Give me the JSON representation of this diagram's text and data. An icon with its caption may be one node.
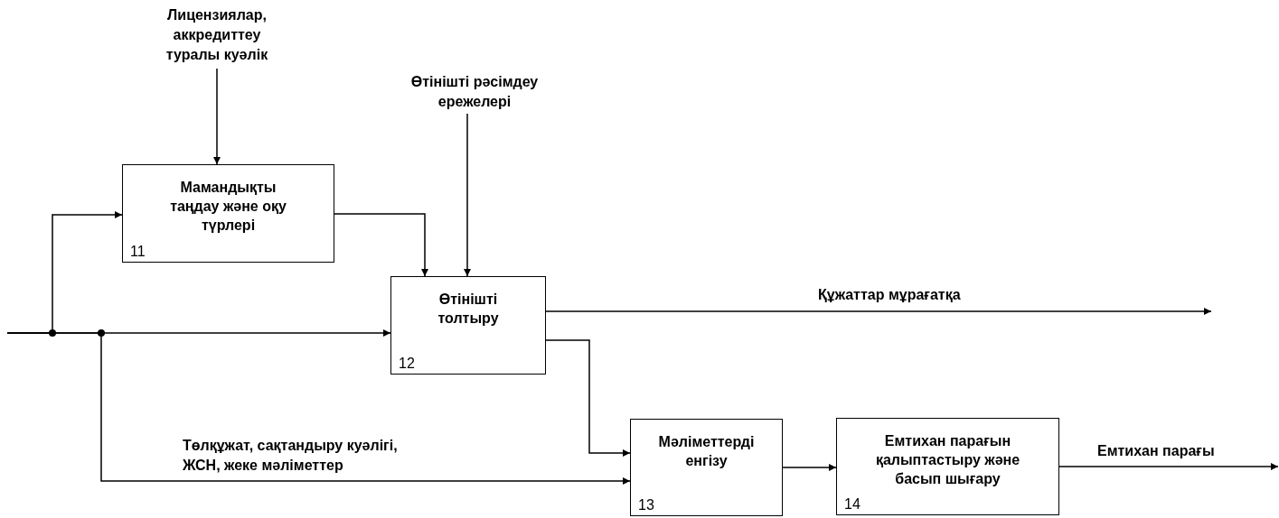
{
  "diagram": {
    "nodes": [
      {
        "text": [
          "Мамандықты таңдау және оқу түрлері",
          "11"
        ]
      },
      {
        "text": [
          "Өтінішті толтыру",
          "12"
        ]
      },
      {
        "text": [
          "Мәліметтерді енгізу",
          "13"
        ]
      },
      {
        "text": [
          "Емтихан парағын қалыптастыру және басып шығару",
          "14"
        ]
      },
      {
        "text": [
          "Лицензиялар, аккредиттеу туралы куәлік"
        ]
      },
      {
        "text": [
          "Өтінішті рәсімдеу ережелері"
        ]
      }
    ],
    "edges": [
      {
        "from": 4,
        "to": 0,
        "arrow": "to"
      },
      {
        "from": 5,
        "to": 1,
        "arrow": "to"
      },
      {
        "from": null,
        "to": 0,
        "arrow": "to"
      },
      {
        "from": null,
        "to": 1,
        "arrow": "to"
      },
      {
        "from": null,
        "to": 2,
        "arrow": "to",
        "label": "Төлқұжат, сақтандыру куәлігі, ЖСН, жеке мәліметтер"
      },
      {
        "from": 0,
        "to": 1,
        "arrow": "to"
      },
      {
        "from": 1,
        "to": null,
        "arrow": "to",
        "label": "Құжаттар мұрағатқа"
      },
      {
        "from": 1,
        "to": 2,
        "arrow": "to"
      },
      {
        "from": 2,
        "to": 3,
        "arrow": "to"
      },
      {
        "from": 3,
        "to": null,
        "arrow": "to",
        "label": "Емтихан парағы"
      }
    ]
  }
}
